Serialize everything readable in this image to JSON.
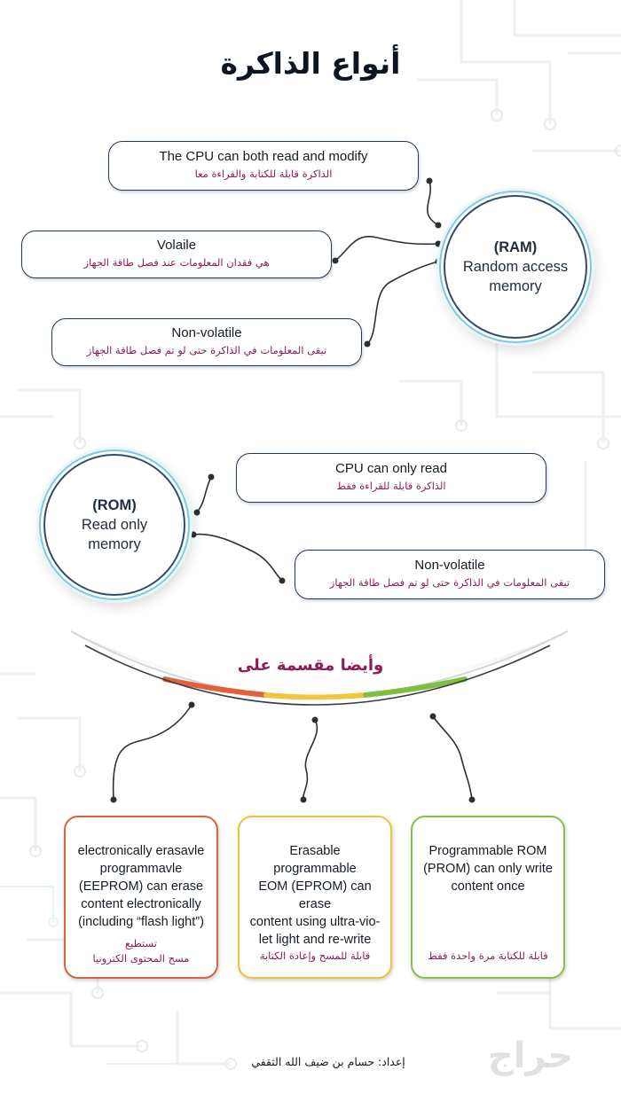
{
  "title": "أنواع الذاكرة",
  "ram": {
    "abbr": "(RAM)",
    "name_line1": "Random access",
    "name_line2": "memory",
    "features": [
      {
        "en": "The CPU can both read and modify",
        "ar": "الذاكرة قابلة للكتابة والقراءة معا"
      },
      {
        "en": "Volaile",
        "ar": "هي فقدان المعلومات عند فصل طاقة الجهاز"
      },
      {
        "en": "Non-volatile",
        "ar": "تبقى المعلومات في الذاكرة حتى لو تم فصل طاقة الجهاز"
      }
    ]
  },
  "rom": {
    "abbr": "(ROM)",
    "name_line1": "Read only",
    "name_line2": "memory",
    "features": [
      {
        "en": "CPU can only read",
        "ar": "الذاكرة قابلة للقراءة فقط"
      },
      {
        "en": "Non-volatile",
        "ar": "تبقى المعلومات في الذاكرة حتى لو تم فصل طاقة الجهاز"
      }
    ]
  },
  "subdivision": {
    "title": "وأيضا مقسمة على",
    "colors": {
      "left": "#e2603a",
      "middle": "#f2c53d",
      "right": "#7fbf3f"
    },
    "cards": [
      {
        "en_lines": [
          "electronically erasavle",
          "programmavle",
          "(EEPROM) can erase",
          "content electronically",
          "(including “flash light”)"
        ],
        "ar_lines": [
          "تستطيع",
          "مسح المحتوى الكترونيا"
        ],
        "border": "#d4673e"
      },
      {
        "en_lines": [
          "Erasable programmable",
          "EOM (EPROM) can erase",
          "content using ultra-vio-",
          "let light and re-write"
        ],
        "ar_lines": [
          "قابلة للمسح وإعادة الكتابة"
        ],
        "border": "#f0c23c"
      },
      {
        "en_lines": [
          "Programmable ROM",
          "(PROM) can only write",
          "content once"
        ],
        "ar_lines": [
          "قابلة للكتابة مرة واحدة فقط"
        ],
        "border": "#8ac04a"
      }
    ]
  },
  "credit": "إعداد: حسام بن ضيف الله الثقفي",
  "watermark": "حراج"
}
